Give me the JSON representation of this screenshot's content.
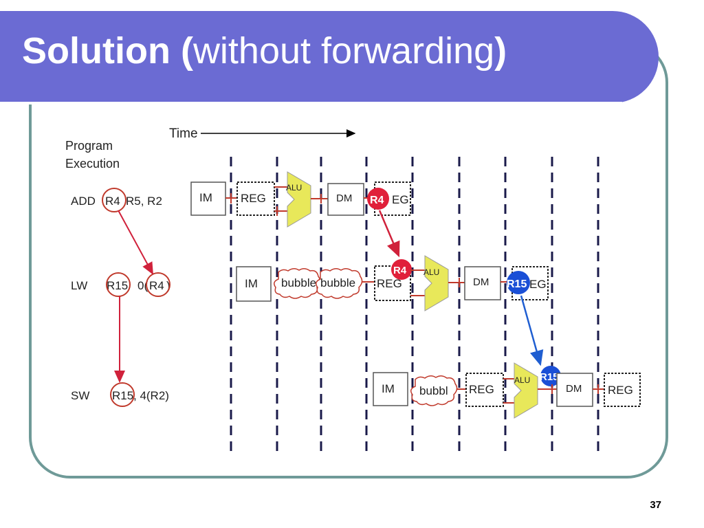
{
  "slide": {
    "title_bold": "Solution (",
    "title_normal": "without forwarding",
    "title_close": ")",
    "page_number": "37"
  },
  "diagram": {
    "time_label": "Time",
    "program_label_line1": "Program",
    "program_label_line2": "Execution",
    "instructions": {
      "add": {
        "op": "ADD",
        "rd": "R4",
        "sep1": ",",
        "rs": "R5, R2"
      },
      "lw": {
        "op": "LW",
        "rt": "R15",
        "sep": ",",
        "offset": "0(",
        "rs": "R4",
        "close": ")"
      },
      "sw": {
        "op": "SW",
        "rt": "R15",
        "rest": ", 4(R2)"
      }
    },
    "stages": {
      "im": "IM",
      "reg": "REG",
      "alu": "ALU",
      "dm": "DM",
      "eg": "EG",
      "bubble": "bubble",
      "bubble_cut": "bubbl"
    },
    "tokens": {
      "r4": "R4",
      "r15": "R15"
    },
    "colors": {
      "title_bar": "#6b6bd3",
      "frame": "#6f9a98",
      "alu_fill": "#e8e85a",
      "red_arrow": "#d0213b",
      "blue_arrow": "#1f5ed1",
      "red_token": "#e0203a",
      "blue_token": "#1a4fd6",
      "bubble_outline": "#c0392b"
    }
  }
}
